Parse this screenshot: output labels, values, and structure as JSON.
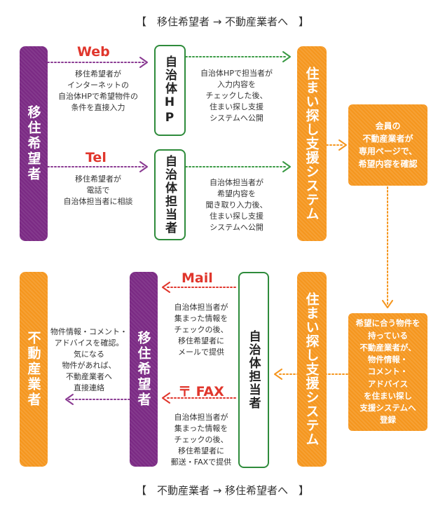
{
  "top_title": "【　移住希望者 → 不動産業者へ　】",
  "bottom_title": "【　不動産業者 → 移住希望者へ　】",
  "top": {
    "applicant": "移住希望者",
    "channel_web": "Web",
    "channel_tel": "Tel",
    "note_web": "移住希望者が\nインターネットの\n自治体HPで希望物件の\n条件を直接入力",
    "note_tel": "移住希望者が\n電話で\n自治体担当者に相談",
    "box_hp": "自治体HP",
    "box_staff": "自治体担当者",
    "note_hp": "自治体HPで担当者が\n入力内容を\nチェックした後、\n住まい探し支援\nシステムへ公開",
    "note_staff": "自治体担当者が\n希望内容を\n聞き取り入力後、\n住まい探し支援\nシステムへ公開",
    "system": "住まい探し支援システム",
    "member_box": "会員の\n不動産業者が\n専用ページで、\n希望内容を確認"
  },
  "bottom": {
    "match_box": "希望に合う物件を\n持っている\n不動産業者が、\n物件情報・\nコメント・\nアドバイス\nを住まい探し\n支援システムへ\n登録",
    "system": "住まい探し支援システム",
    "box_staff": "自治体担当者",
    "channel_mail": "Mail",
    "channel_fax": "〒 FAX",
    "note_mail": "自治体担当者が\n集まった情報を\nチェックの後、\n移住希望者に\nメールで提供",
    "note_fax": "自治体担当者が\n集まった情報を\nチェックの後、\n移住希望者に\n郵送・FAXで提供",
    "applicant": "移住希望者",
    "note_realtor": "物件情報・コメント・\nアドバイスを確認。\n気になる\n物件があれば、\n不動産業者へ\n直接連絡",
    "realtor": "不動産業者"
  }
}
